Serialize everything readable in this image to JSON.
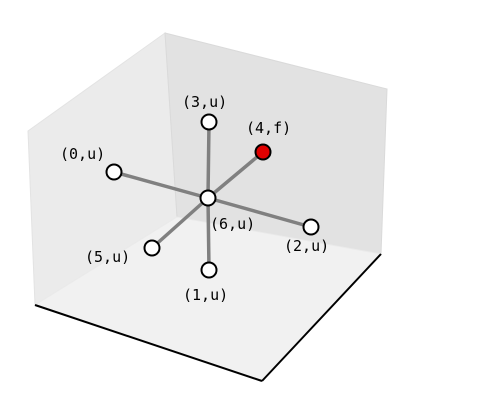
{
  "diagram": {
    "center": {
      "label": "(6,u)",
      "state": "u"
    },
    "nodes": [
      {
        "id": "node-0",
        "label": "(0,u)",
        "state": "u"
      },
      {
        "id": "node-1",
        "label": "(1,u)",
        "state": "u"
      },
      {
        "id": "node-2",
        "label": "(2,u)",
        "state": "u"
      },
      {
        "id": "node-3",
        "label": "(3,u)",
        "state": "u"
      },
      {
        "id": "node-4",
        "label": "(4,f)",
        "state": "f"
      },
      {
        "id": "node-5",
        "label": "(5,u)",
        "state": "u"
      }
    ],
    "colors": {
      "node_fill": "#ffffff",
      "highlight_fill": "#e00000",
      "node_stroke": "#000000",
      "edge": "#808080"
    }
  }
}
